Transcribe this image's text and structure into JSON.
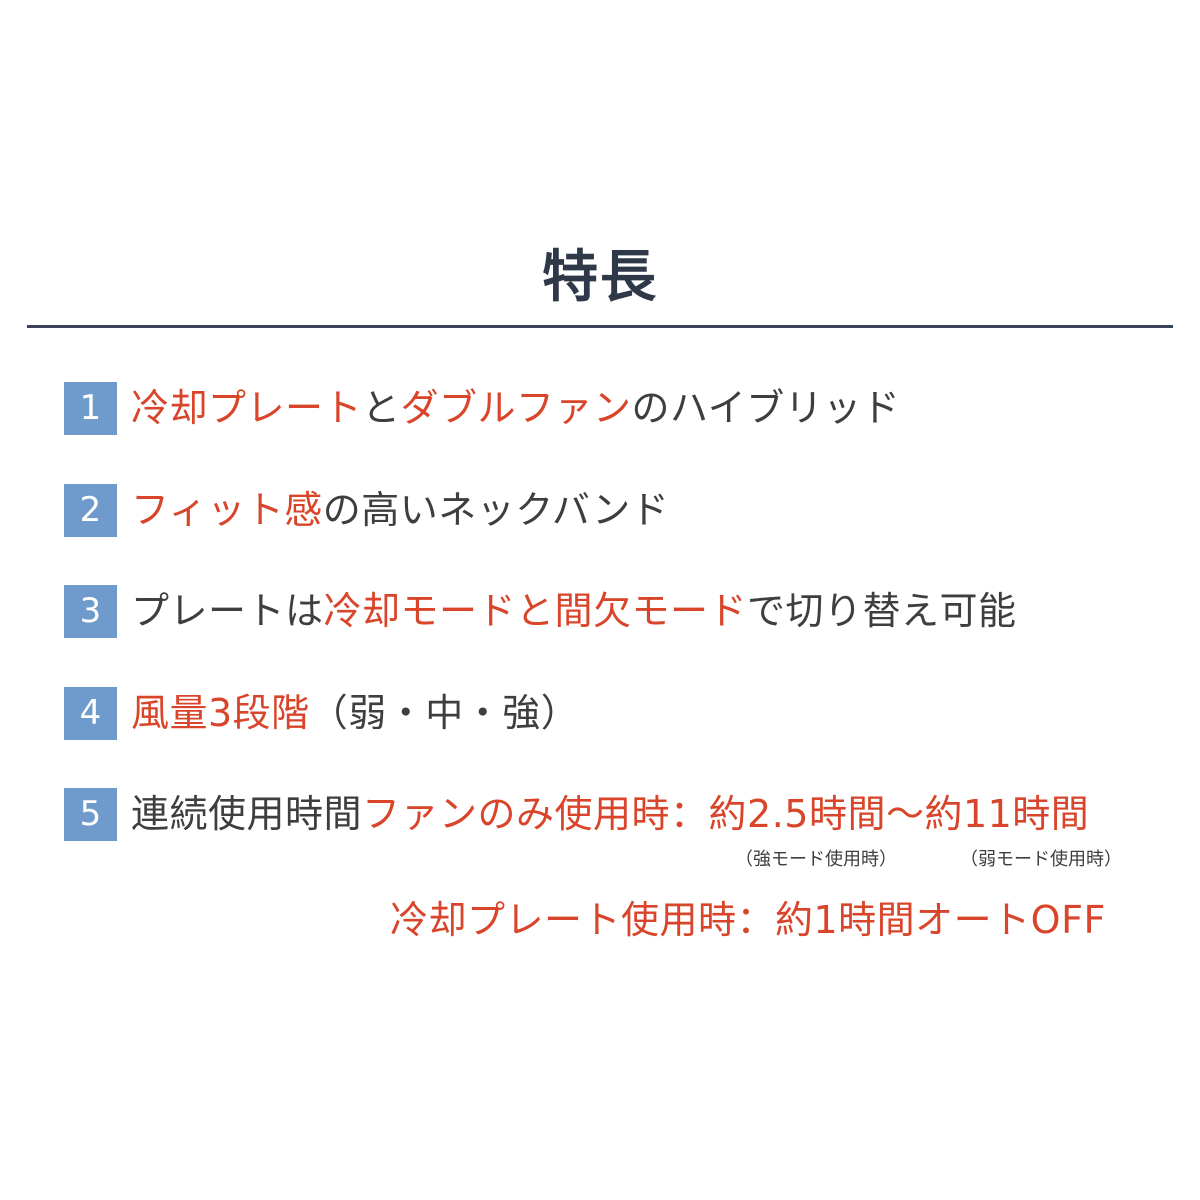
{
  "title": "特長",
  "colors": {
    "heading": "#2f3848",
    "rule": "#3a4458",
    "badge": "#6f9acc",
    "highlight": "#d9452a",
    "text": "#3e3e3e"
  },
  "features": [
    {
      "num": "1",
      "segments": [
        "冷却プレート",
        "と",
        "ダブルファン",
        "のハイブリッド"
      ]
    },
    {
      "num": "2",
      "segments": [
        "フィット感",
        "の高いネックバンド"
      ]
    },
    {
      "num": "3",
      "segments": [
        "プレートは",
        "冷却モードと間欠モード",
        "で切り替え可能"
      ]
    },
    {
      "num": "4",
      "segments": [
        "風量3段階",
        "（弱・中・強）"
      ]
    },
    {
      "num": "5",
      "segments": [
        "連続使用時間",
        "ファンのみ使用時：約2.5時間〜約11時間"
      ]
    }
  ],
  "notes": {
    "strong_mode": "（強モード使用時）",
    "weak_mode": "（弱モード使用時）"
  },
  "plate_time": "冷却プレート使用時：約1時間オートOFF"
}
